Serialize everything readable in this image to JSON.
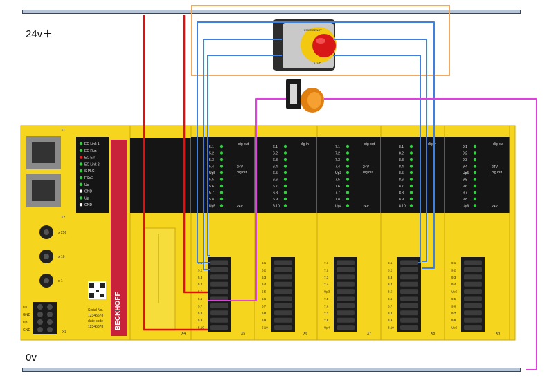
{
  "rails": {
    "top_label": "24v＋",
    "bottom_label": "0v"
  },
  "coupler": {
    "leds": [
      "EC Link 1",
      "EC Run",
      "EC Err",
      "EC Link 2",
      "S PLC",
      "FSoE",
      "Us",
      "GND",
      "Up",
      "GND"
    ],
    "led_colors": [
      "#2fd23c",
      "#2fd23c",
      "#e52020",
      "#2fd23c",
      "#2fd23c",
      "#2fd23c",
      "#2fd23c",
      "#ffffff",
      "#2fd23c",
      "#ffffff"
    ],
    "dial_labels": [
      "x 256",
      "x 16",
      "x 1"
    ],
    "power_labels": [
      "Us",
      "GND",
      "Up",
      "GND"
    ],
    "serial_lines": [
      "Serial No.",
      "12345678",
      "date code",
      "12345678"
    ],
    "brand": "BECKHOFF",
    "slot_labels": [
      "X1",
      "X2",
      "X3",
      "X4"
    ]
  },
  "modules": [
    {
      "id": "X5",
      "title": "dig out",
      "sub": "dig out",
      "volt": "24V",
      "rows": [
        "5.1",
        "5.2",
        "5.3",
        "5.4",
        "Up5",
        "5.5",
        "5.6",
        "5.7",
        "5.8",
        "Up5"
      ],
      "terms": [
        "5.1",
        "5.2",
        "5.3",
        "5.4",
        "5.5",
        "5.6",
        "5.7",
        "5.8",
        "5.9",
        "5.10"
      ]
    },
    {
      "id": "X6",
      "title": "dig in",
      "sub": "",
      "volt": "",
      "rows": [
        "6.1",
        "6.2",
        "6.3",
        "6.4",
        "6.5",
        "6.6",
        "6.7",
        "6.8",
        "6.9",
        "6.10"
      ],
      "terms": [
        "6.1",
        "6.2",
        "6.3",
        "6.4",
        "6.5",
        "6.6",
        "6.7",
        "6.8",
        "6.9",
        "6.10"
      ]
    },
    {
      "id": "X7",
      "title": "dig out",
      "sub": "dig out",
      "volt": "24V",
      "rows": [
        "7.1",
        "7.2",
        "7.3",
        "7.4",
        "Up3",
        "7.5",
        "7.6",
        "7.7",
        "7.8",
        "Up4"
      ],
      "terms": [
        "7.1",
        "7.2",
        "7.3",
        "7.4",
        "Up3",
        "7.5",
        "7.6",
        "7.7",
        "7.8",
        "Up4"
      ]
    },
    {
      "id": "X8",
      "title": "dig in",
      "sub": "",
      "volt": "",
      "rows": [
        "8.1",
        "8.2",
        "8.3",
        "8.4",
        "8.5",
        "8.6",
        "8.7",
        "8.8",
        "8.9",
        "8.10"
      ],
      "terms": [
        "8.1",
        "8.2",
        "8.3",
        "8.4",
        "8.5",
        "8.6",
        "8.7",
        "8.8",
        "8.9",
        "8.10"
      ]
    },
    {
      "id": "X9",
      "title": "dig out",
      "sub": "dig out",
      "volt": "24V",
      "rows": [
        "9.1",
        "9.2",
        "9.3",
        "9.4",
        "Up5",
        "9.5",
        "9.6",
        "9.7",
        "9.8",
        "Up6"
      ],
      "terms": [
        "9.1",
        "9.2",
        "9.3",
        "9.4",
        "Up5",
        "9.5",
        "9.6",
        "9.7",
        "9.8",
        "Up6"
      ]
    }
  ],
  "estop": {
    "ring_text": "EMERGENCY",
    "stop_text": "STOP"
  },
  "colors": {
    "wire_24v": "#e01010",
    "wire_channel": "#3f7fe0",
    "wire_lamp": "#e040e0",
    "group_box": "#f0a860",
    "module_yellow": "#f6d51f",
    "panel_black": "#151515"
  }
}
